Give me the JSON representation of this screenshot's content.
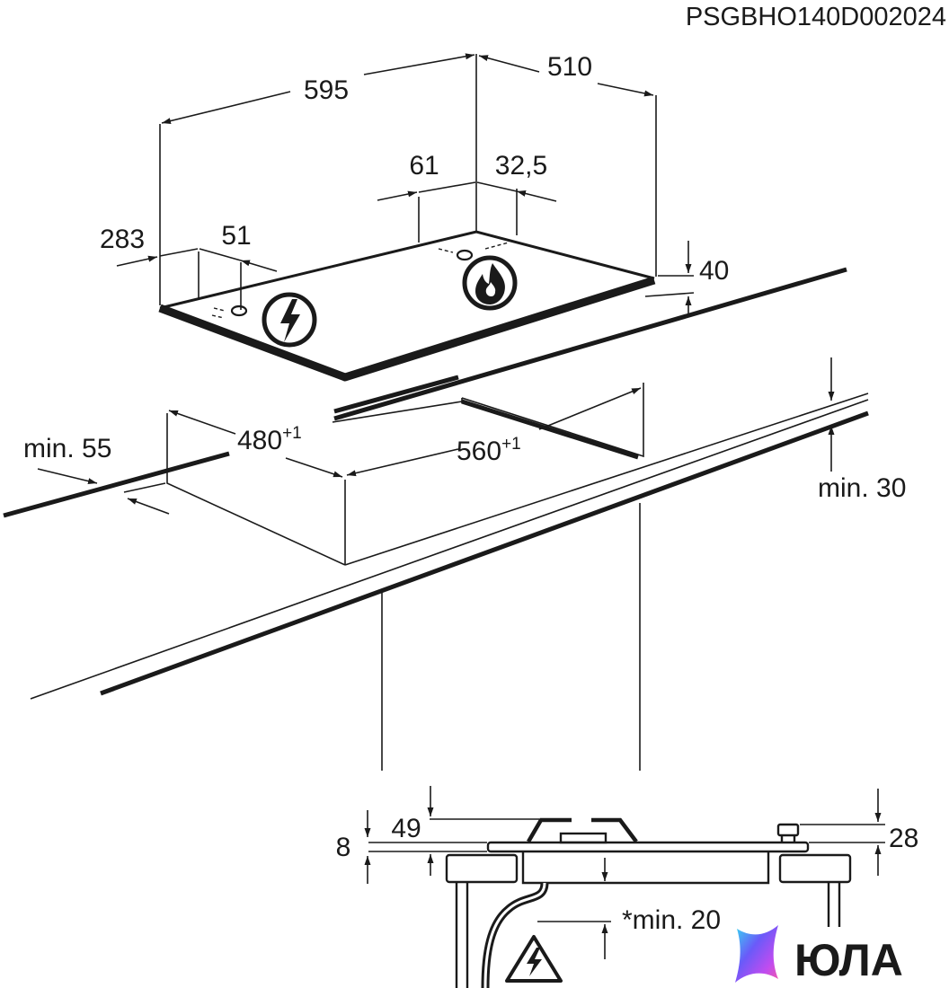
{
  "drawing_code": "PSGBHO140D002024",
  "hob_dimensions": {
    "width": "595",
    "depth": "510",
    "left_control_offset": "283",
    "left_control_spacing": "51",
    "right_control_offset": "61",
    "right_control_spacing": "32,5",
    "height": "40"
  },
  "cutout_dimensions": {
    "depth": "480",
    "depth_tolerance": "+1",
    "width": "560",
    "width_tolerance": "+1",
    "min_rear_distance": "min. 55",
    "min_front_distance": "min. 30"
  },
  "section_dimensions": {
    "worktop_step": "8",
    "burner_height": "49",
    "knob_height": "28",
    "min_clearance": "*min. 20"
  },
  "icons": {
    "electric": "lightning-bolt-icon",
    "gas": "flame-icon",
    "warning": "electric-warning-icon"
  },
  "watermark": {
    "text": "ЮЛА",
    "colors": [
      "#37d9f2",
      "#6a5af9",
      "#c04cf0",
      "#f25aa8"
    ]
  }
}
